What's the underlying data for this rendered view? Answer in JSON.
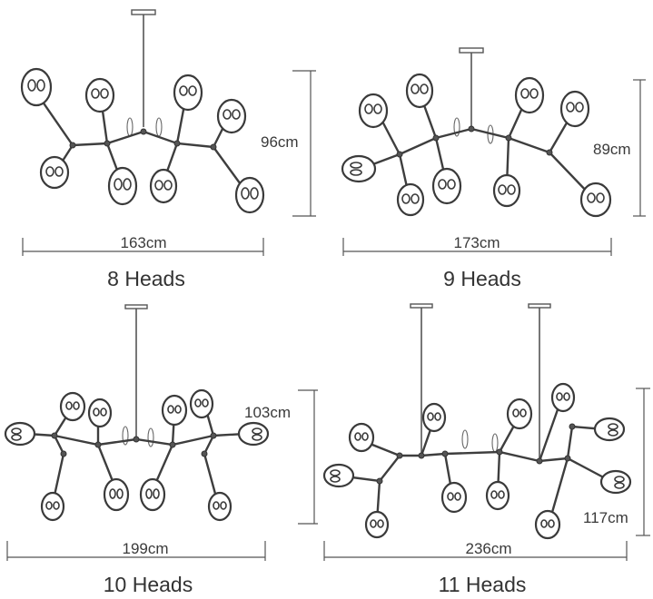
{
  "products": [
    {
      "heads_label": "8 Heads",
      "width_label": "163cm",
      "height_label": "96cm"
    },
    {
      "heads_label": "9 Heads",
      "width_label": "173cm",
      "height_label": "89cm"
    },
    {
      "heads_label": "10 Heads",
      "width_label": "199cm",
      "height_label": "103cm"
    },
    {
      "heads_label": "11 Heads",
      "width_label": "236cm",
      "height_label": "117cm"
    }
  ]
}
